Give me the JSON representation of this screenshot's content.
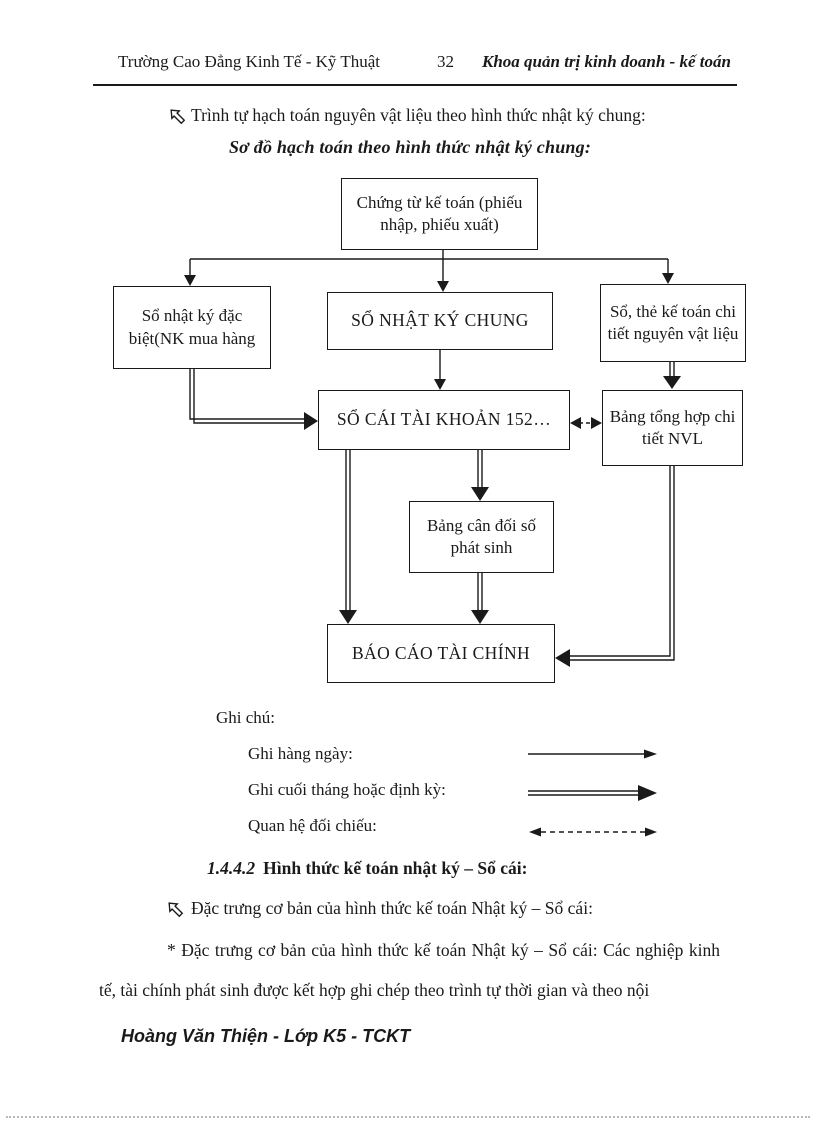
{
  "header": {
    "left": "Trường Cao Đẳng Kinh Tế - Kỹ Thuật",
    "page_number": "32",
    "right": "Khoa quản trị kinh doanh - kế toán"
  },
  "intro_line": "Trình tự hạch toán nguyên vật liệu theo hình thức nhật ký chung:",
  "diagram_title": "Sơ đồ hạch toán theo hình thức nhật ký chung:",
  "flowchart": {
    "boxes": {
      "chung_tu": "Chứng từ kế toán (phiếu nhập, phiếu xuất)",
      "nhat_ky_dac_biet": "Sổ nhật ký đặc biệt(NK mua hàng",
      "nhat_ky_chung": "SỔ NHẬT KÝ CHUNG",
      "so_the_chi_tiet": "Sổ, thẻ kế toán chi tiết nguyên vật liệu",
      "so_cai": "SỔ CÁI TÀI KHOẢN 152…",
      "bang_tong_hop": "Bảng tổng hợp chi tiết NVL",
      "bang_can_doi": "Bảng cân đối số phát sinh",
      "bao_cao": "BÁO CÁO TÀI CHÍNH"
    }
  },
  "legend": {
    "title": "Ghi chú:",
    "items": [
      {
        "label": "Ghi hàng ngày:",
        "style": "solid-single-arrow"
      },
      {
        "label": "Ghi cuối tháng hoặc định kỳ:",
        "style": "solid-double-line-arrow"
      },
      {
        "label": "Quan hệ đối chiếu:",
        "style": "dashed-double-headed-arrow"
      }
    ]
  },
  "section_heading": {
    "number": "1.4.4.2",
    "text": "Hình thức kế toán nhật ký – Sổ cái:"
  },
  "para_bullet": "Đặc trưng cơ bản của hình thức kế toán Nhật ký – Sổ cái:",
  "para_body": "* Đặc trưng cơ bản của hình thức kế toán Nhật ký – Sổ cái: Các nghiệp kinh tế, tài chính phát sinh được kết hợp ghi chép theo trình tự thời gian và theo nội",
  "footer": "Hoàng Văn Thiện  - Lớp K5 - TCKT",
  "colors": {
    "ink": "#1a1a1a",
    "paper": "#ffffff",
    "dots": "#b8b8b8"
  }
}
